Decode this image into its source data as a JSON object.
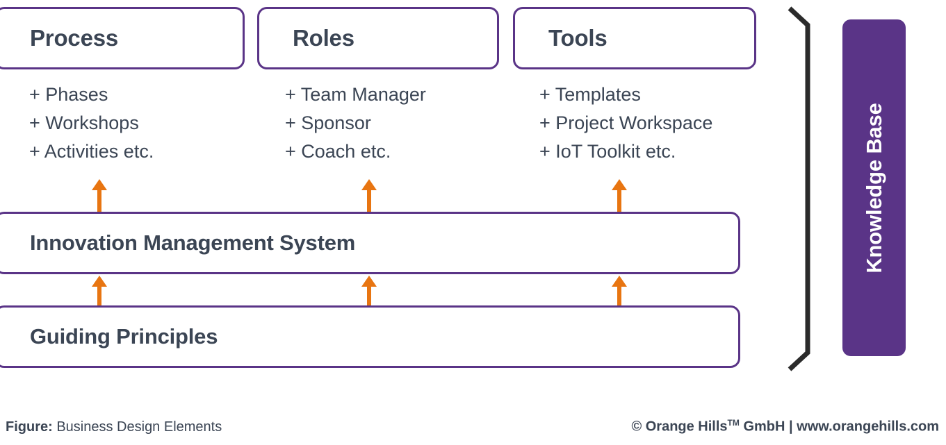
{
  "colors": {
    "outline_purple": "#5A3487",
    "fill_purple": "#5A3487",
    "arrow_orange": "#E87511",
    "text_slate": "#3B4554",
    "bracket_dark": "#2B2B2B",
    "background": "#FFFFFF"
  },
  "categories": [
    {
      "title": "Process",
      "bullets": [
        "+ Phases",
        "+ Workshops",
        "+ Activities etc."
      ]
    },
    {
      "title": "Roles",
      "bullets": [
        "+ Team Manager",
        "+ Sponsor",
        "+ Coach etc."
      ]
    },
    {
      "title": "Tools",
      "bullets": [
        "+ Templates",
        "+ Project Workspace",
        "+ IoT Toolkit etc."
      ]
    }
  ],
  "layers": {
    "middle": "Innovation Management System",
    "base": "Guiding Principles"
  },
  "side_panel": {
    "label": "Knowledge Base"
  },
  "footer": {
    "figure_label": "Figure:",
    "figure_caption": "Business Design Elements",
    "copyright_prefix": "© Orange Hills",
    "copyright_tm": "TM",
    "copyright_suffix": "GmbH | www.orangehills.com"
  }
}
